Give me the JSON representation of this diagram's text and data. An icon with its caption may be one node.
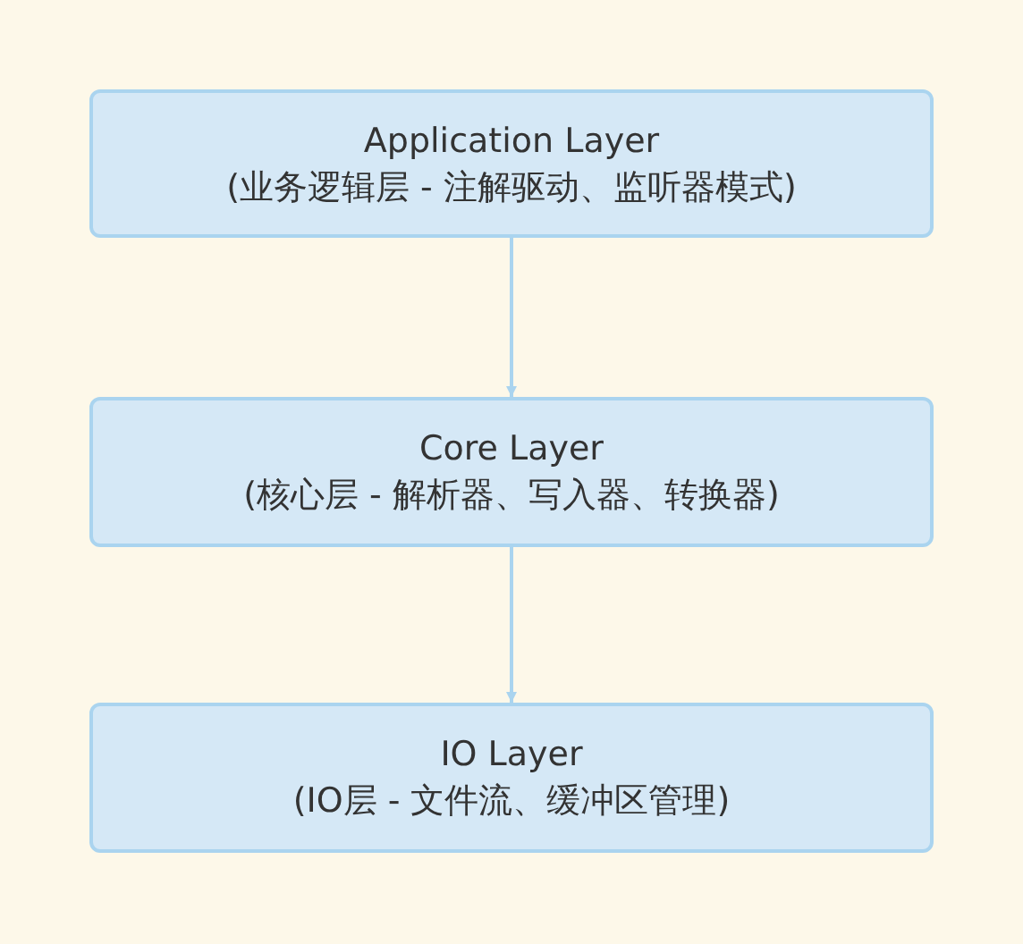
{
  "diagram": {
    "nodes": [
      {
        "text": [
          "Application Layer",
          "(业务逻辑层 - 注解驱动、监听器模式)"
        ]
      },
      {
        "text": [
          "Core Layer",
          "(核心层 - 解析器、写入器、转换器)"
        ]
      },
      {
        "text": [
          "IO Layer",
          "(IO层 - 文件流、缓冲区管理)"
        ]
      }
    ],
    "edges": [
      {
        "from": 0,
        "to": 1,
        "arrow": "to"
      },
      {
        "from": 1,
        "to": 2,
        "arrow": "to"
      }
    ]
  }
}
